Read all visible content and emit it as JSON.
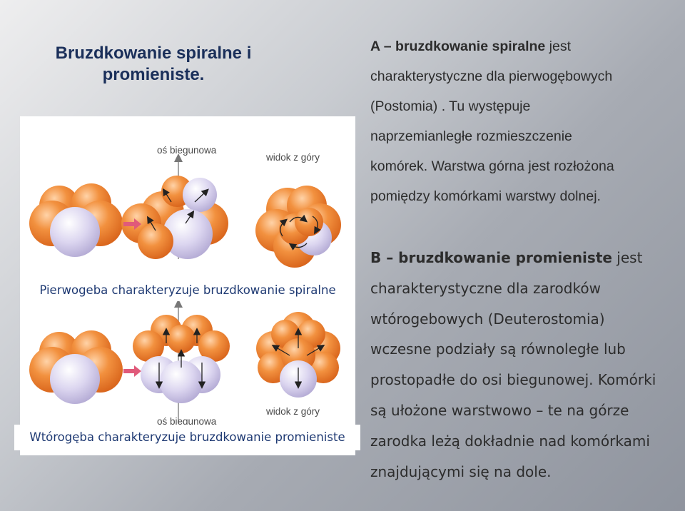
{
  "title": "Bruzdkowanie spiralne i promieniste.",
  "figure": {
    "top_axis_label": "oś biegunowa",
    "top_view_label": "widok z góry",
    "bottom_axis_label": "oś biegunowa",
    "bottom_view_label": "widok z góry",
    "caption_spiral": "Pierwogeba charakteryzuje bruzdkowanie spiralne",
    "caption_radial": "Wtórogęba charakteryzuje bruzdkowanie promieniste"
  },
  "section_a": {
    "lead": "A – bruzdkowanie spiralne",
    "lead_tail": " jest",
    "lines": [
      "charakterystyczne dla  pierwogębowych",
      "(Postomia) . Tu występuje",
      "naprzemianległe rozmieszczenie",
      "komórek. Warstwa górna jest rozłożona",
      "pomiędzy komórkami warstwy dolnej."
    ]
  },
  "section_b": {
    "lead": "B – bruzdkowanie promieniste",
    "lead_tail": " jest",
    "lines": [
      "charakterystyczne dla zarodków",
      "wtórogebowych (Deuterostomia)",
      "wczesne podziały są równoległe lub",
      "prostopadłe do osi biegunowej. Komórki",
      "są ułożone warstwowo – te na górze",
      "zarodka leżą dokładnie nad komórkami",
      "znajdującymi się na dole."
    ]
  },
  "colors": {
    "title": "#1a2f5a",
    "caption": "#1f3a73",
    "orange_cell": "#ef8a3c",
    "purple_cell": "#d8d2ee"
  }
}
